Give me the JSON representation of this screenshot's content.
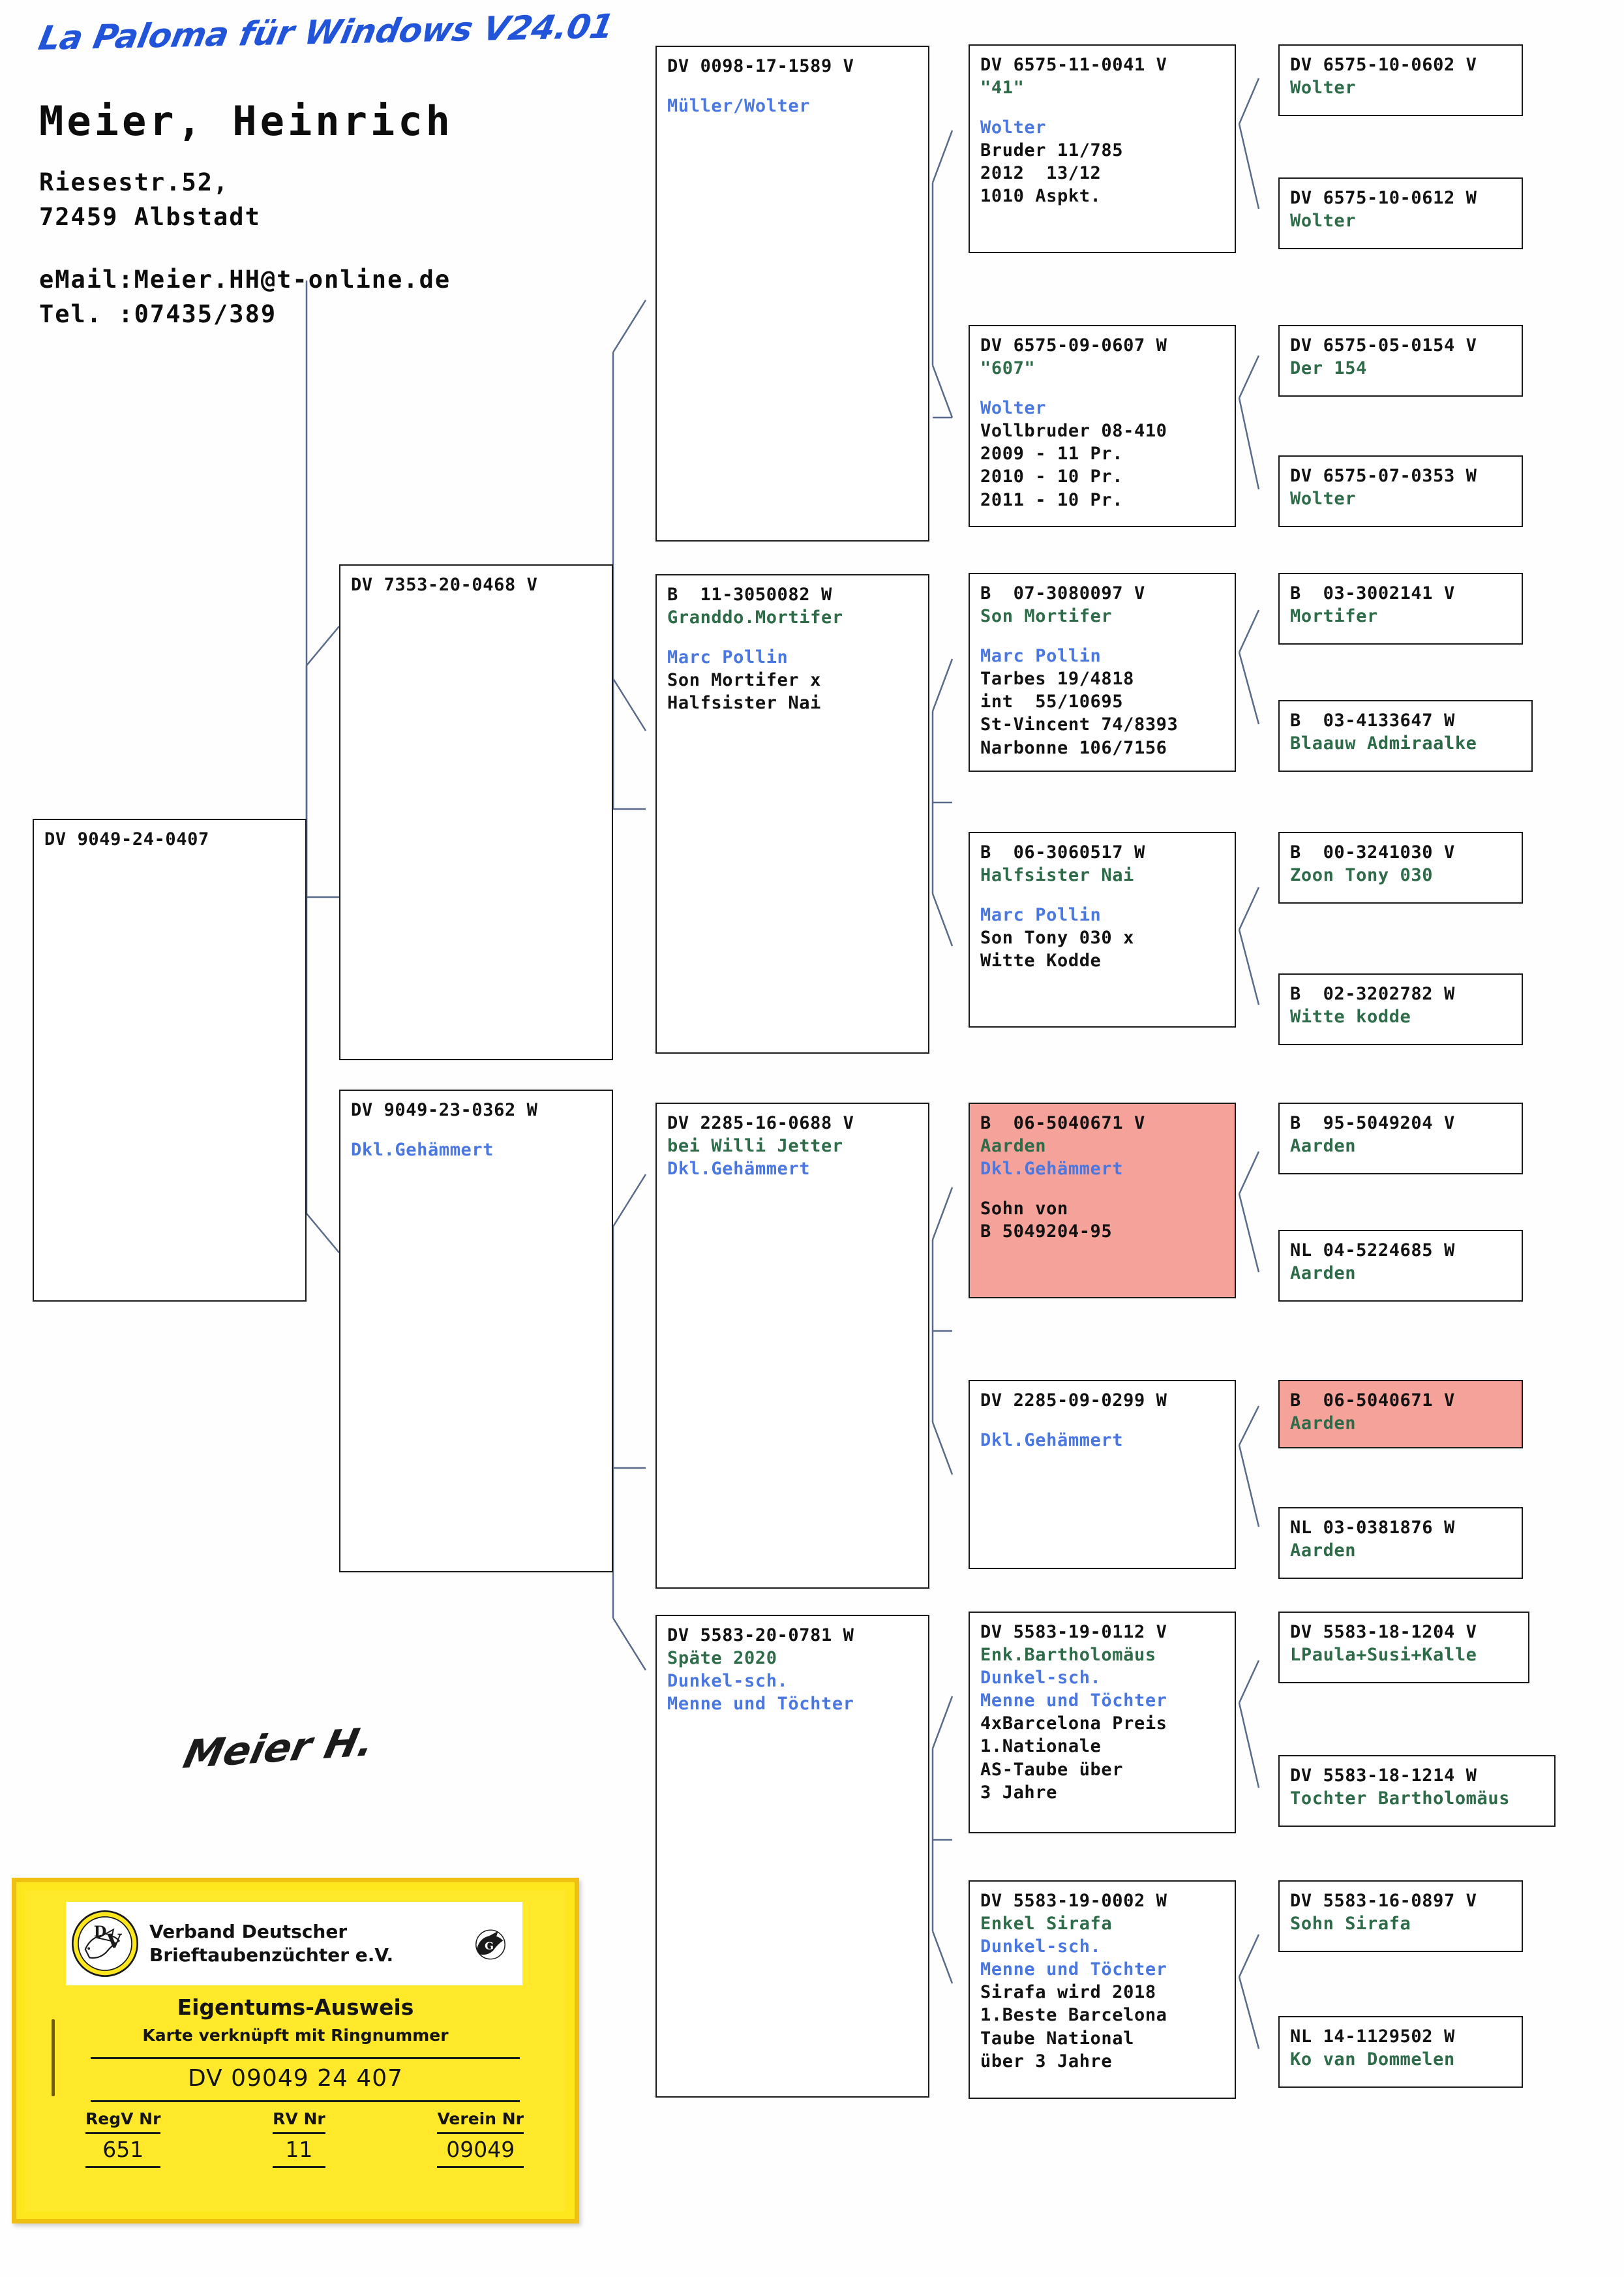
{
  "header": {
    "app_title": "La Paloma für Windows V24.01",
    "owner_name": "Meier, Heinrich",
    "address_line1": "Riesestr.52,",
    "address_line2": "72459 Albstadt",
    "email": "eMail:Meier.HH@t-online.de",
    "phone": "Tel. :07435/389",
    "signature": "Meier H."
  },
  "colors": {
    "ring_black": "#121212",
    "name_green": "#2e6b49",
    "breeder_blue": "#4a77e0",
    "title_blue": "#2154d8",
    "highlight_pink": "#f5a29b",
    "card_yellow": "#ffe71e",
    "connector": "#5a6a8a"
  },
  "pedigree": {
    "subject": {
      "ring": "DV 9049-24-0407"
    },
    "gen2": [
      {
        "ring": "DV 7353-20-0468 V"
      },
      {
        "ring": "DV 9049-23-0362 W",
        "breeder": "Dkl.Gehämmert"
      }
    ],
    "gen3": [
      {
        "ring": "DV 0098-17-1589 V",
        "breeder": "Müller/Wolter"
      },
      {
        "ring": "B  11-3050082 W",
        "name": "Granddo.Mortifer",
        "breeder": "Marc Pollin",
        "notes": [
          "Son Mortifer x",
          "Halfsister Nai"
        ]
      },
      {
        "ring": "DV 2285-16-0688 V",
        "name": "bei Willi Jetter",
        "breeder": "Dkl.Gehämmert"
      },
      {
        "ring": "DV 5583-20-0781 W",
        "name": "Späte 2020",
        "breeder": "Dunkel-sch.",
        "breeder2": "Menne und Töchter"
      }
    ],
    "gen4": [
      {
        "ring": "DV 6575-11-0041 V",
        "name": "\"41\"",
        "breeder": "Wolter",
        "notes": [
          "Bruder 11/785",
          "2012  13/12",
          "1010 Aspkt."
        ]
      },
      {
        "ring": "DV 6575-09-0607 W",
        "name": "\"607\"",
        "breeder": "Wolter",
        "notes": [
          "Vollbruder 08-410",
          "2009 - 11 Pr.",
          "2010 - 10 Pr.",
          "2011 - 10 Pr."
        ]
      },
      {
        "ring": "B  07-3080097 V",
        "name": "Son Mortifer",
        "breeder": "Marc Pollin",
        "notes": [
          "Tarbes 19/4818",
          "int  55/10695",
          "St-Vincent 74/8393",
          "Narbonne 106/7156"
        ]
      },
      {
        "ring": "B  06-3060517 W",
        "name": "Halfsister Nai",
        "breeder": "Marc Pollin",
        "notes": [
          "Son Tony 030 x",
          "Witte Kodde"
        ]
      },
      {
        "ring": "B  06-5040671 V",
        "name": "Aarden",
        "breeder": "Dkl.Gehämmert",
        "notes": [
          "Sohn von",
          "B 5049204-95"
        ],
        "highlight": true
      },
      {
        "ring": "DV 2285-09-0299 W",
        "breeder": "Dkl.Gehämmert"
      },
      {
        "ring": "DV 5583-19-0112 V",
        "name": "Enk.Bartholomäus",
        "breeder": "Dunkel-sch.",
        "breeder2": "Menne und Töchter",
        "notes": [
          "4xBarcelona Preis",
          "1.Nationale",
          "AS-Taube über",
          "3 Jahre"
        ]
      },
      {
        "ring": "DV 5583-19-0002 W",
        "name": "Enkel Sirafa",
        "breeder": "Dunkel-sch.",
        "breeder2": "Menne und Töchter",
        "notes": [
          "Sirafa wird 2018",
          "1.Beste Barcelona",
          "Taube National",
          "über 3 Jahre"
        ]
      }
    ],
    "gen5": [
      {
        "ring": "DV 6575-10-0602 V",
        "name": "Wolter"
      },
      {
        "ring": "DV 6575-10-0612 W",
        "name": "Wolter"
      },
      {
        "ring": "DV 6575-05-0154 V",
        "name": "Der 154"
      },
      {
        "ring": "DV 6575-07-0353 W",
        "name": "Wolter"
      },
      {
        "ring": "B  03-3002141 V",
        "name": "Mortifer"
      },
      {
        "ring": "B  03-4133647 W",
        "name": "Blaauw Admiraalke"
      },
      {
        "ring": "B  00-3241030 V",
        "name": "Zoon Tony 030"
      },
      {
        "ring": "B  02-3202782 W",
        "name": "Witte kodde"
      },
      {
        "ring": "B  95-5049204 V",
        "name": "Aarden"
      },
      {
        "ring": "NL 04-5224685 W",
        "name": "Aarden"
      },
      {
        "ring": "B  06-5040671 V",
        "name": "Aarden",
        "highlight": true
      },
      {
        "ring": "NL 03-0381876 W",
        "name": "Aarden"
      },
      {
        "ring": "DV 5583-18-1204 V",
        "name": "LPaula+Susi+Kalle"
      },
      {
        "ring": "DV 5583-18-1214 W",
        "name": "Tochter Bartholomäus"
      },
      {
        "ring": "DV 5583-16-0897 V",
        "name": "Sohn Sirafa"
      },
      {
        "ring": "NL 14-1129502 W",
        "name": "Ko van Dommelen"
      }
    ]
  },
  "vdb_card": {
    "org_line1": "Verband Deutscher",
    "org_line2": "Brieftaubenzüchter e.V.",
    "logo_text": "DV",
    "title": "Eigentums-Ausweis",
    "subtitle": "Karte verknüpft mit Ringnummer",
    "ring_number": "DV 09049 24 407",
    "fields": [
      {
        "label": "RegV Nr",
        "value": "651"
      },
      {
        "label": "RV Nr",
        "value": "11"
      },
      {
        "label": "Verein Nr",
        "value": "09049"
      }
    ]
  }
}
